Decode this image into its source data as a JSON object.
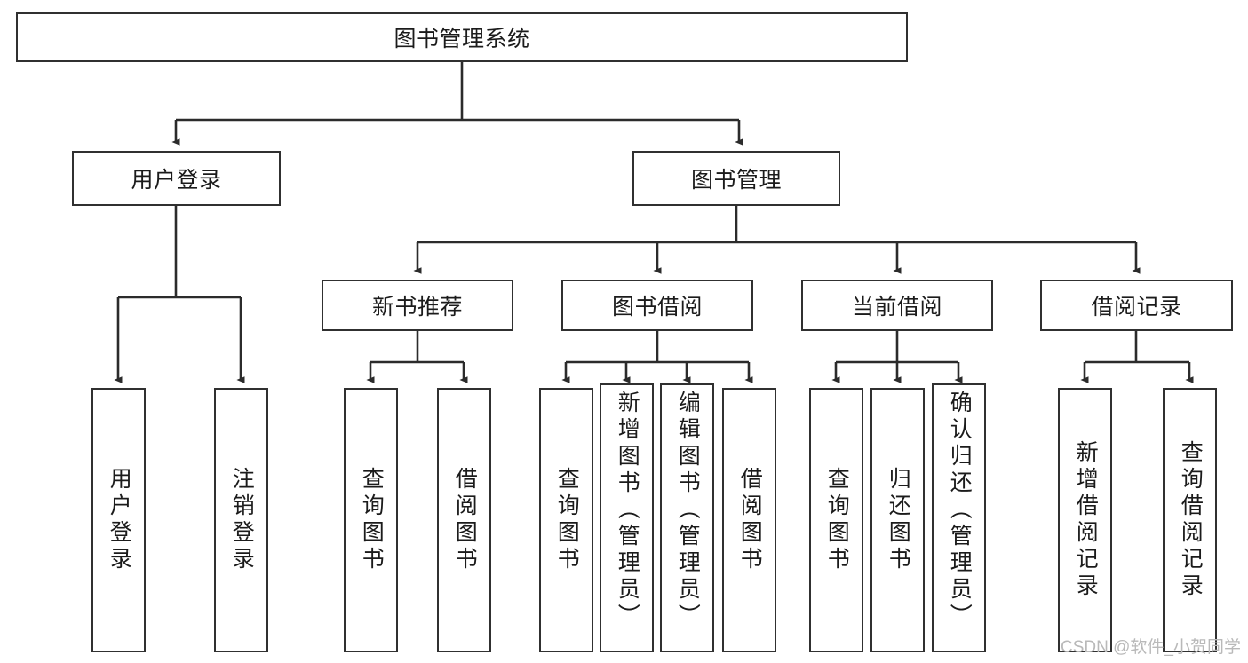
{
  "diagram": {
    "title": "图书管理系统",
    "type": "hierarchy-tree",
    "watermark": "CSDN @软件_小贺同学",
    "colors": {
      "box_border": "#303030",
      "box_fill": "#ffffff",
      "edge": "#2b2b2b",
      "text": "#1b1b1b",
      "watermark": "#b9b9b9"
    },
    "nodes": {
      "root": {
        "label": "图书管理系统"
      },
      "level1": [
        {
          "label": "用户登录"
        },
        {
          "label": "图书管理"
        }
      ],
      "level2": [
        {
          "label": "新书推荐"
        },
        {
          "label": "图书借阅"
        },
        {
          "label": "当前借阅"
        },
        {
          "label": "借阅记录"
        }
      ],
      "leaves": [
        {
          "label": "用户登录"
        },
        {
          "label": "注销登录"
        },
        {
          "label": "查询图书"
        },
        {
          "label": "借阅图书"
        },
        {
          "label": "查询图书"
        },
        {
          "label": "新增图书（管理员）"
        },
        {
          "label": "编辑图书（管理员）"
        },
        {
          "label": "借阅图书"
        },
        {
          "label": "查询图书"
        },
        {
          "label": "归还图书"
        },
        {
          "label": "确认归还（管理员）"
        },
        {
          "label": "新增借阅记录"
        },
        {
          "label": "查询借阅记录"
        }
      ]
    }
  }
}
